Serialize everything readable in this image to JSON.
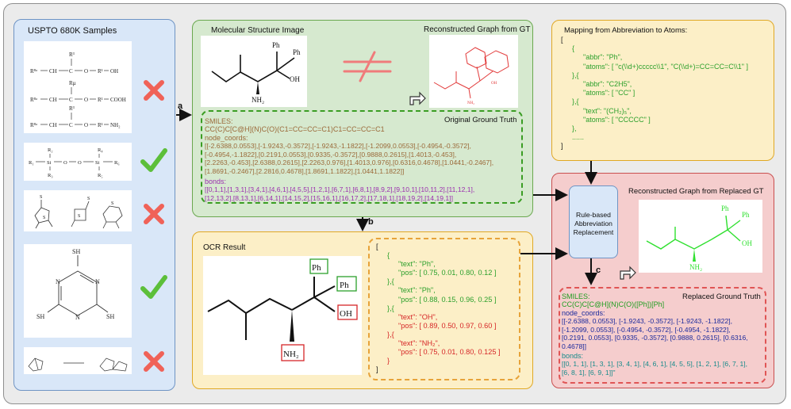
{
  "samples_panel": {
    "title": "USPTO 680K Samples",
    "mol1": {
      "r1": "R¹",
      "r3": "R³",
      "r5": "Rµ",
      "r8a": "R⁸ᵃ",
      "o": "O",
      "oh": "OH",
      "cooh": "COOH",
      "nh2": "NH₂"
    },
    "mol2": {
      "r1": "R₁",
      "r2": "R₂",
      "r3": "R₃",
      "r4": "R₄",
      "r5": "R₅",
      "r6": "R₆",
      "si": "Si",
      "o": "O"
    },
    "mol3": {
      "s": "S"
    },
    "mol4": {
      "sh": "SH",
      "n": "N"
    },
    "marks": [
      "cross",
      "check",
      "cross",
      "check",
      "cross"
    ]
  },
  "arrows": {
    "a": "a",
    "b": "b",
    "c": "c"
  },
  "gt_panel": {
    "image_title": "Molecular Structure Image",
    "recon_title": "Reconstructed Graph from GT",
    "mol_labels": {
      "ph1": "Ph",
      "ph2": "Ph",
      "oh": "OH",
      "nh2": "NH₂"
    },
    "recon_labels": {
      "oh": "OH",
      "nh2": "NH₂"
    },
    "box_title": "Original Ground Truth",
    "smiles_label": "SMILES:",
    "smiles_value": "CC(C)C[C@H](N)C(O)(C1=CC=CC=C1)C1=CC=CC=C1",
    "coords_label": "node_coords:",
    "coords_lines": [
      "[[-2.6388,0.0553],[-1.9243,-0.3572],[-1.9243,-1.1822],[-1.2099,0.0553],[-0.4954,-0.3572],",
      "[-0.4954,-1.1822],[0.2191,0.0553],[0.9335,-0.3572],[0.9888,0.2615],[1.4013,-0.453],",
      "[2.2263,-0.453],[2.6388,0.2615],[2.2263,0.976],[1.4013,0.976],[0.6316,0.4678],[1.0441,-0.2467],",
      "[1.8691,-0.2467],[2.2816,0.4678],[1.8691,1.1822],[1.0441,1.1822]]"
    ],
    "bonds_label": "bonds:",
    "bonds_lines": [
      "[[0,1,1],[1,3,1],[3,4,1],[4,6,1],[4,5,5],[1,2,1],[6,7,1],[6,8,1],[8,9,2],[9,10,1],[10,11,2],[11,12,1],",
      "[12,13,2],[8,13,1],[6,14,1],[14,15,2],[15,16,1],[16,17,2],[17,18,1],[18,19,2],[14,19,1]]"
    ]
  },
  "ocr_panel": {
    "title": "OCR Result",
    "labels": {
      "ph1": "Ph",
      "ph2": "Ph",
      "oh": "OH",
      "nh2": "NH₂"
    },
    "json_lines": [
      {
        "t": "[",
        "c": "#222222",
        "i": 0
      },
      {
        "t": "{",
        "c": "#2ca02c",
        "i": 1
      },
      {
        "t": "\"text\": \"Ph\",",
        "c": "#2ca02c",
        "i": 2
      },
      {
        "t": "\"pos\": [ 0.75, 0.01, 0.80, 0.12 ]",
        "c": "#2ca02c",
        "i": 2
      },
      {
        "t": "},{",
        "c": "#2ca02c",
        "i": 1
      },
      {
        "t": "\"text\": \"Ph\",",
        "c": "#2ca02c",
        "i": 2
      },
      {
        "t": "\"pos\": [ 0.88, 0.15, 0.96, 0.25 ]",
        "c": "#2ca02c",
        "i": 2
      },
      {
        "t": "},{",
        "c": "#2ca02c",
        "i": 1
      },
      {
        "t": "\"text\": \"OH\",",
        "c": "#d62728",
        "i": 2
      },
      {
        "t": "\"pos\": [ 0.89, 0.50, 0.97, 0.60 ]",
        "c": "#d62728",
        "i": 2
      },
      {
        "t": "},{",
        "c": "#d62728",
        "i": 1
      },
      {
        "t": "\"text\": \"NH₂\",",
        "c": "#d62728",
        "i": 2
      },
      {
        "t": "\"pos\": [ 0.75, 0.01, 0.80, 0.125 ]",
        "c": "#d62728",
        "i": 2
      },
      {
        "t": "}",
        "c": "#d62728",
        "i": 1
      },
      {
        "t": "]",
        "c": "#222222",
        "i": 0
      }
    ]
  },
  "mapping_panel": {
    "title": "Mapping from Abbreviation to Atoms:",
    "lines": [
      {
        "t": "[",
        "c": "#222222",
        "i": 0
      },
      {
        "t": "{",
        "c": "#2ca02c",
        "i": 1
      },
      {
        "t": "\"abbr\": \"Ph\",",
        "c": "#2ca02c",
        "i": 2
      },
      {
        "t": "\"atoms\": [ \"c(\\\\d+)ccccc\\\\1\", \"C(\\\\d+)=CC=CC=C\\\\1\" ]",
        "c": "#2ca02c",
        "i": 2
      },
      {
        "t": "},{",
        "c": "#2ca02c",
        "i": 1
      },
      {
        "t": "\"abbr\": \"C2H5\",",
        "c": "#2ca02c",
        "i": 2
      },
      {
        "t": "\"atoms\": [ \"CC\" ]",
        "c": "#2ca02c",
        "i": 2
      },
      {
        "t": "},{",
        "c": "#2ca02c",
        "i": 1
      },
      {
        "t": "\"text\": \"(CH₂)₅\",",
        "c": "#2ca02c",
        "i": 2
      },
      {
        "t": "\"atoms\": [ \"CCCCC\" ]",
        "c": "#2ca02c",
        "i": 2
      },
      {
        "t": "},",
        "c": "#2ca02c",
        "i": 1
      },
      {
        "t": "......",
        "c": "#2ca02c",
        "i": 1
      },
      {
        "t": "]",
        "c": "#222222",
        "i": 0
      }
    ]
  },
  "rule_box": {
    "line1": "Rule-based",
    "line2": "Abbreviation",
    "line3": "Replacement"
  },
  "replaced_panel": {
    "recon_title": "Reconstructed Graph from Replaced GT",
    "mol_labels": {
      "ph1": "Ph",
      "ph2": "Ph",
      "oh": "OH",
      "nh2": "NH₂"
    },
    "box_title": "Replaced Ground Truth",
    "smiles_label": "SMILES:",
    "smiles_value": "CC(C)C[C@H](N)C(O)([Ph])[Ph]",
    "coords_label": "node_coords:",
    "coords_lines": [
      "[[-2.6388, 0.0553], [-1.9243, -0.3572], [-1.9243, -1.1822],",
      "[-1.2099, 0.0553], [-0.4954, -0.3572], [-0.4954, -1.1822],",
      "[0.2191, 0.0553], [0.9335, -0.3572], [0.9888, 0.2615], [0.6316,",
      "0.4678]]"
    ],
    "bonds_label": "bonds:",
    "bonds_lines": [
      "[[0, 1, 1], [1, 3, 1], [3, 4, 1], [4, 6, 1], [4, 5, 5], [1, 2, 1], [6, 7, 1],",
      "[6, 8, 1], [6, 9, 1]]\""
    ]
  },
  "colors": {
    "blue_panel": "#d9e7f8",
    "blue_border": "#6f94c4",
    "green_panel": "#d6e9cf",
    "green_border": "#6aa84f",
    "yellow_panel": "#fcefc7",
    "yellow_border": "#e0a824",
    "red_panel": "#f5cdcd",
    "red_border": "#c94f4f",
    "brown": "#9b6a3a",
    "purple": "#9b2fae",
    "green_text": "#1f9d1f",
    "navy": "#1c2a9c",
    "teal": "#158a8a"
  }
}
